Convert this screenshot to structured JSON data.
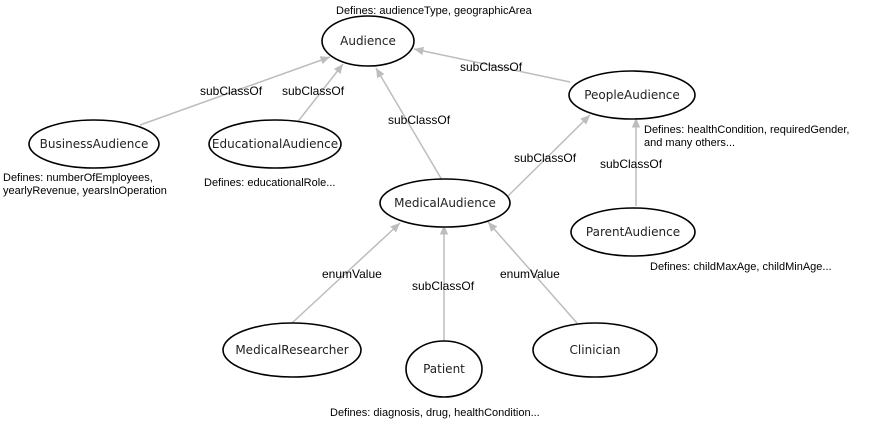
{
  "nodes": {
    "audience": "Audience",
    "people_audience": "PeopleAudience",
    "business_audience": "BusinessAudience",
    "educational_audience": "EducationalAudience",
    "medical_audience": "MedicalAudience",
    "parent_audience": "ParentAudience",
    "medical_researcher": "MedicalResearcher",
    "patient": "Patient",
    "clinician": "Clinician"
  },
  "edges": {
    "business_to_audience": "subClassOf",
    "educational_to_audience": "subClassOf",
    "medical_to_audience": "subClassOf",
    "people_to_audience": "subClassOf",
    "medical_to_people": "subClassOf",
    "parent_to_people": "subClassOf",
    "researcher_to_medical": "enumValue",
    "patient_to_medical": "subClassOf",
    "clinician_to_medical": "enumValue"
  },
  "notes": {
    "audience": "Defines: audienceType, geographicArea",
    "people_line1": "Defines: healthCondition, requiredGender,",
    "people_line2": "and many others...",
    "business_line1": "Defines: numberOfEmployees,",
    "business_line2": "yearlyRevenue, yearsInOperation",
    "educational": "Defines: educationalRole...",
    "parent": "Defines: childMaxAge, childMinAge...",
    "patient": "Defines: diagnosis, drug, healthCondition..."
  },
  "colors": {
    "edge": "#bdbdbd",
    "node_border": "#000000",
    "background": "#ffffff"
  }
}
